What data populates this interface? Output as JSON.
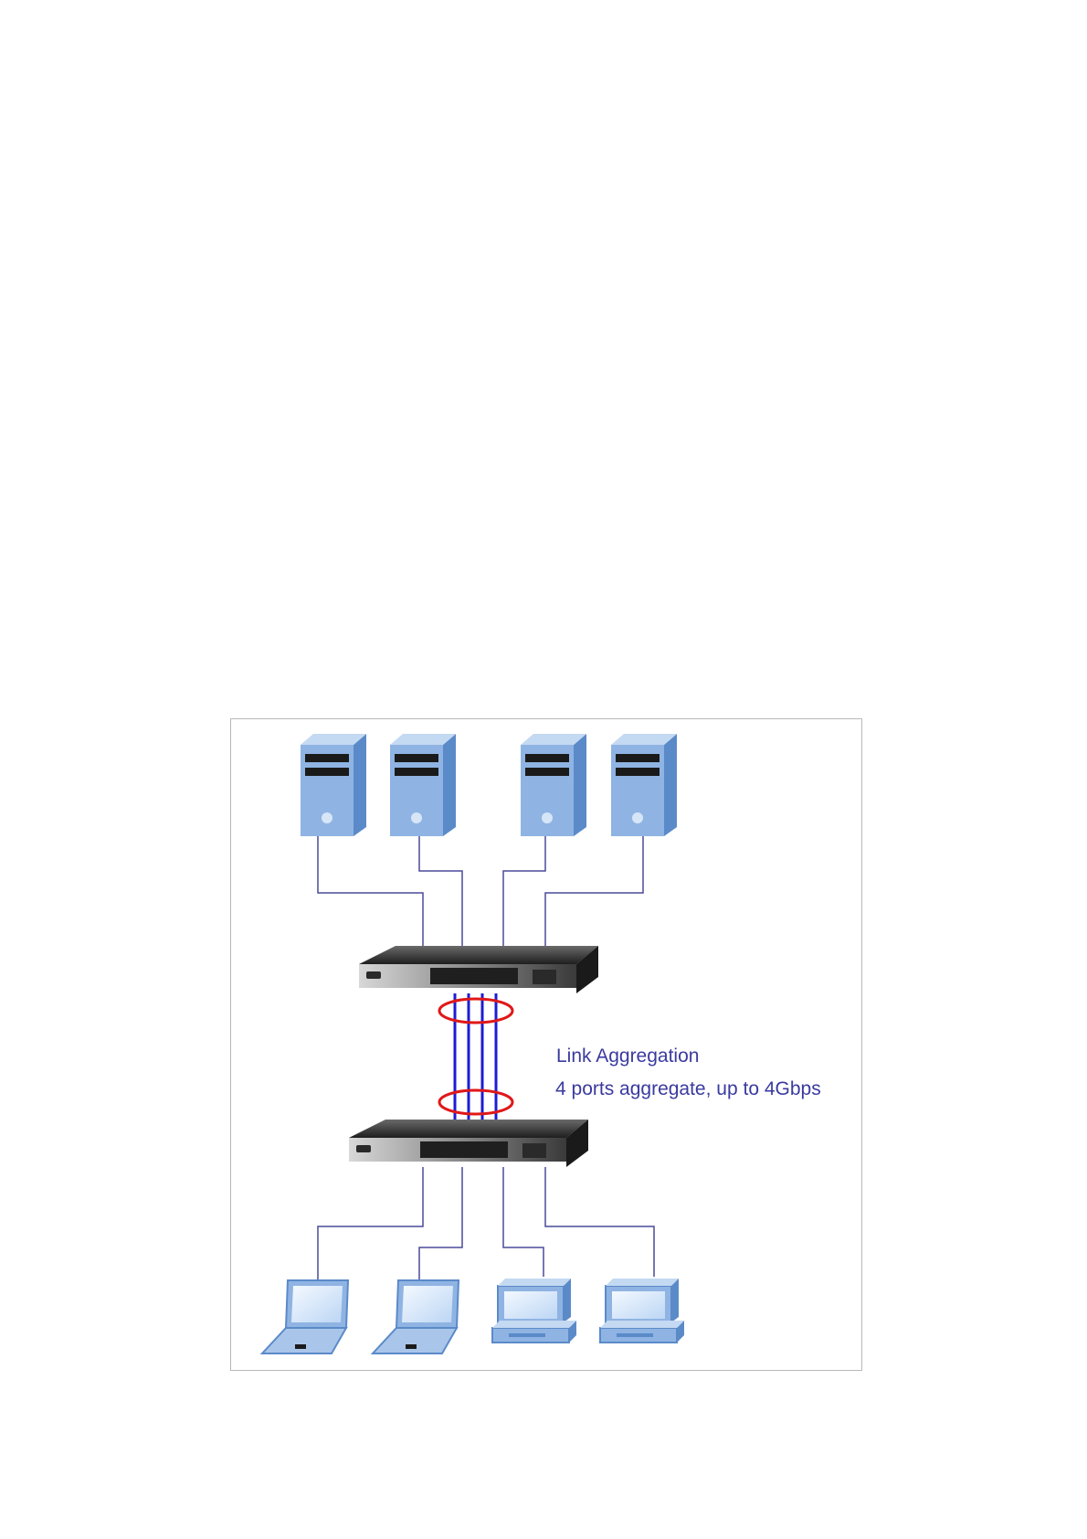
{
  "diagram": {
    "caption_title": "Link Aggregation",
    "caption_detail": "4 ports aggregate, up to 4Gbps",
    "colors": {
      "server_front": "#8fb4e3",
      "server_side": "#5b8ac9",
      "server_slot": "#1a1a1a",
      "cable": "#4a4a9a",
      "trunk_link": "#1c1cd6",
      "trunk_ring": "#e01818",
      "switch_body": "#2b2b2b",
      "caption": "#3a3aa0"
    },
    "servers": [
      {
        "icon": "server-tower-icon"
      },
      {
        "icon": "server-tower-icon"
      },
      {
        "icon": "server-tower-icon"
      },
      {
        "icon": "server-tower-icon"
      }
    ],
    "switches": [
      {
        "icon": "network-switch-icon"
      },
      {
        "icon": "network-switch-icon"
      }
    ],
    "clients": [
      {
        "icon": "laptop-icon"
      },
      {
        "icon": "laptop-icon"
      },
      {
        "icon": "desktop-computer-icon"
      },
      {
        "icon": "desktop-computer-icon"
      }
    ],
    "trunk": {
      "ports": 4
    }
  }
}
